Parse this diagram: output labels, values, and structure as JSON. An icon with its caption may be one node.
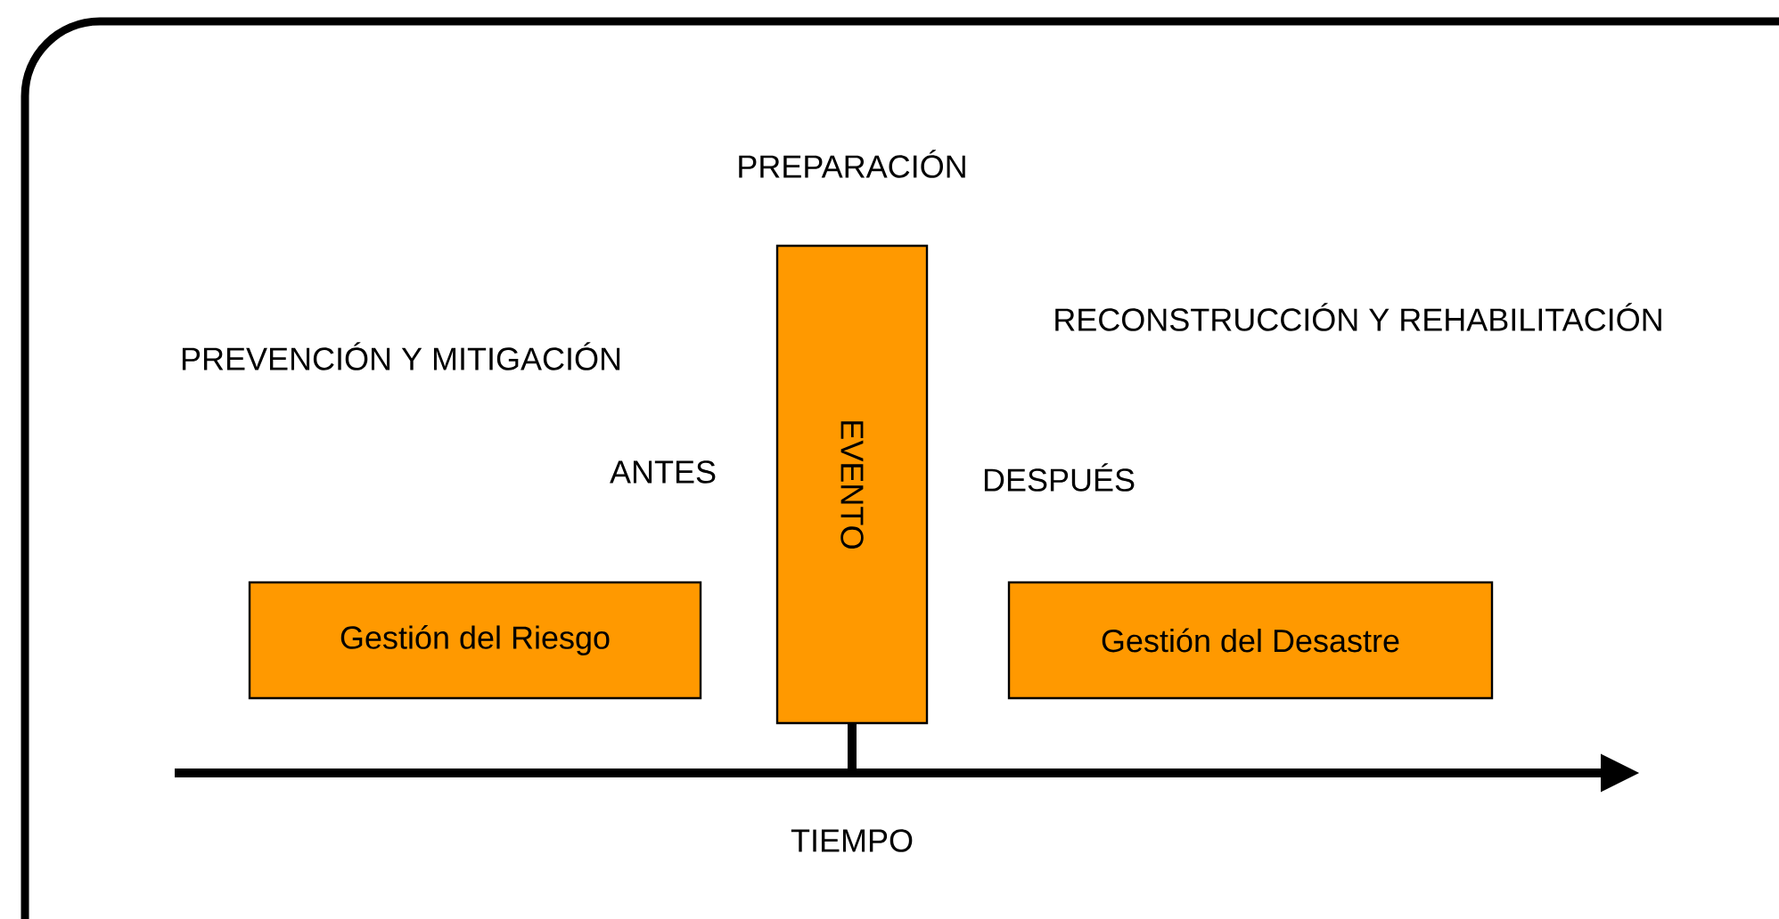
{
  "diagram": {
    "nodes": [
      {
        "text": [
          "Gestión del Riesgo"
        ]
      },
      {
        "text": [
          "EVENTO"
        ]
      },
      {
        "text": [
          "Gestión del Desastre"
        ]
      }
    ],
    "labels": [
      "PREPARACIÓN",
      "RECONSTRUCCIÓN Y REHABILITACIÓN",
      "PREVENCIÓN Y MITIGACIÓN",
      "ANTES",
      "DESPUÉS",
      "TIEMPO"
    ]
  }
}
